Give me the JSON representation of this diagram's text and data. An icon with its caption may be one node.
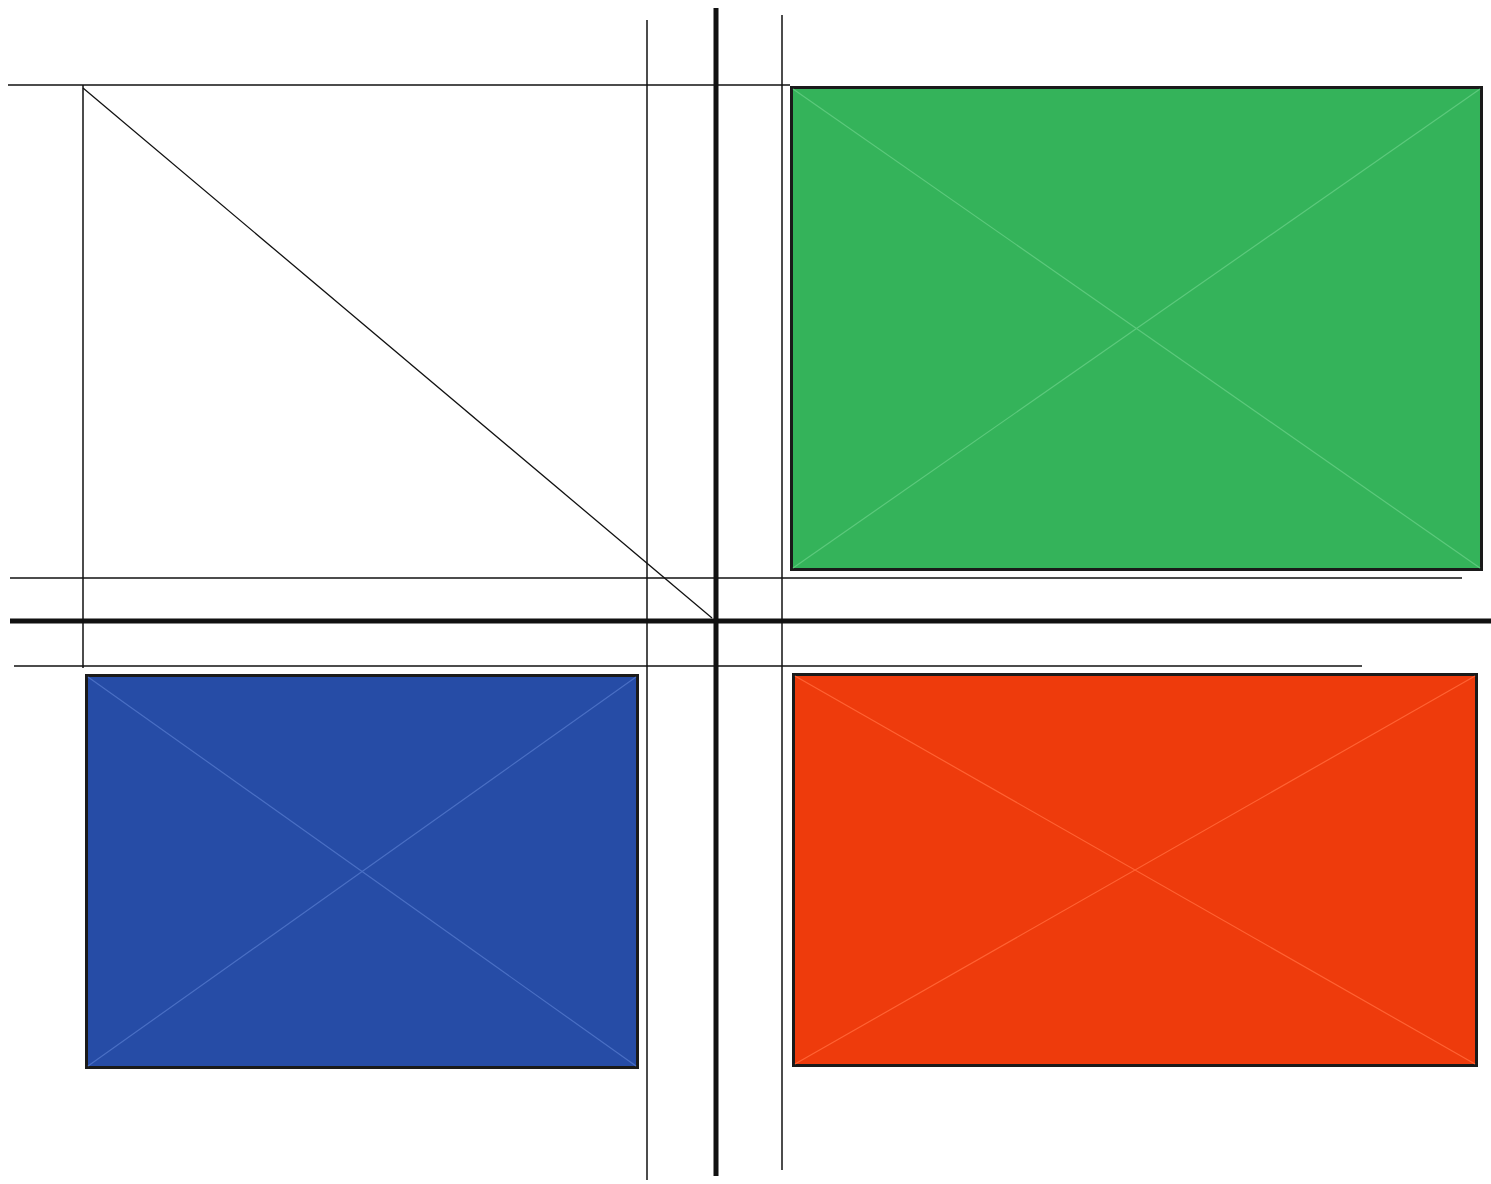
{
  "diagram": {
    "nodes": [
      {
        "text": [],
        "shape": "box"
      },
      {
        "text": [],
        "shape": "box"
      },
      {
        "text": [],
        "shape": "box"
      }
    ]
  }
}
